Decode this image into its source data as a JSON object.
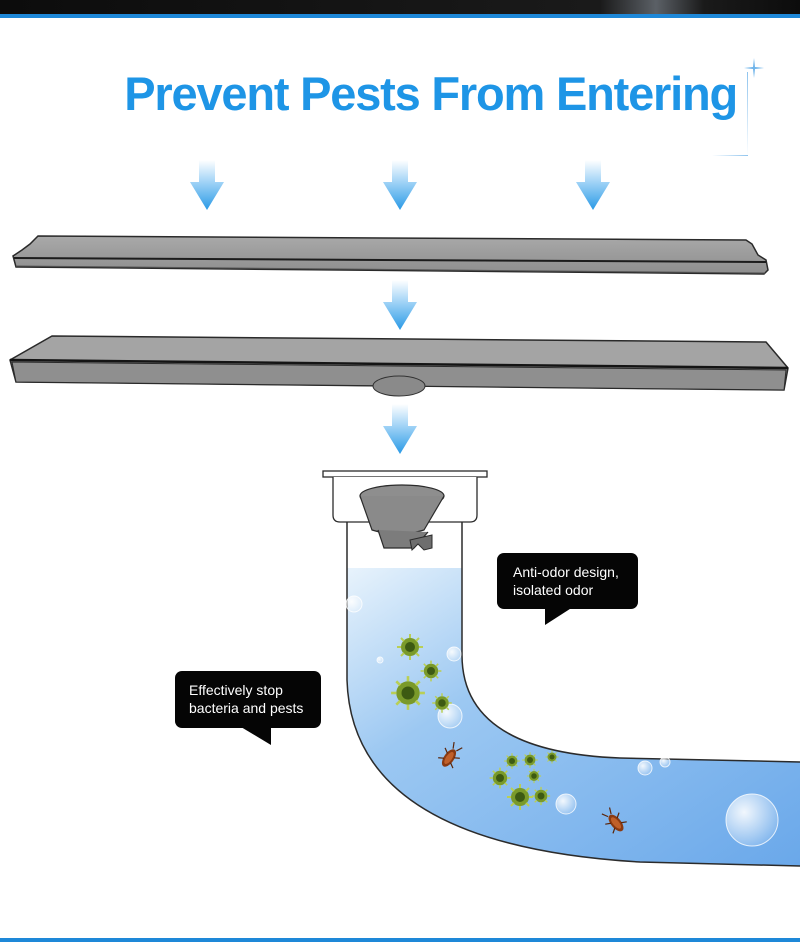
{
  "headline": "Prevent Pests From Entering",
  "callouts": {
    "odor": "Anti-odor design,\nisolated odor",
    "pests": "Effectively stop\nbacteria and pests"
  },
  "colors": {
    "accent_blue": "#1e95e6",
    "rule_blue": "#1e88d8",
    "arrow_blue": "#2a9ae6",
    "metal_grey": "#9a9a9a",
    "water_blue": "#7fb6ee",
    "bubble_black": "#050505"
  },
  "icons": [
    "arrow-down-icon",
    "sparkle-icon",
    "germ-icon",
    "cockroach-icon",
    "water-bubble-icon"
  ]
}
